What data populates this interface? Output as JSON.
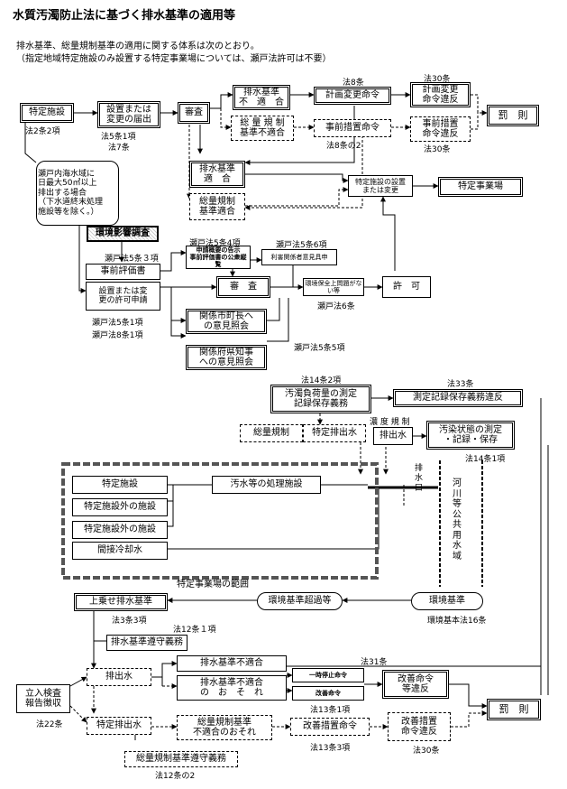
{
  "title": "水質汚濁防止法に基づく排水基準の適用等",
  "intro": [
    "排水基準、総量規制基準の適用に関する体系は次のとおり。",
    "（指定地域特定施設のみ設置する特定事業場については、瀬戸法許可は不要）"
  ],
  "boxes": {
    "tokutei_shisetsu": "特定施設",
    "todoke": "設置または\n変更の届出",
    "shinsa": "審査",
    "haisui_futekigo": "排水基準\n不　適　合",
    "soryo_futekigo": "総 量 規 制\n基準不適合",
    "keikaku_henko": "計画変更命令",
    "jizen_sochi": "事前措置命令",
    "keikaku_ihan": "計画変更\n命令違反",
    "jizen_ihan": "事前措置\n命令違反",
    "batsu1": "罰　則",
    "setonai": "瀬戸内海水域に\n日最大50㎥以上\n排出する場合\n（下水道終末処理\n施設等を除く。）",
    "haisui_tekigo": "排水基準\n適　合",
    "soryo_tekigo": "総量規制\n基準適合",
    "setchi_henko": "特定施設の設置\nまたは変更",
    "tokutei_jigyojo": "特定事業場",
    "kankyo_eikyo": "環境影響調査",
    "jizen_hyoka": "事前評価書",
    "kyoka_shinsei": "設置または変\n更の許可申請",
    "shinsa2": "審　査",
    "kokoku": "申請概要の告示\n事前評価書の公衆縦覧",
    "riigai": "利害関係者意見具申",
    "hozen": "環境保全上問題がない等",
    "kyoka": "許　可",
    "shichoson": "関係市町長へ\nの意見照会",
    "fukenchiji": "関係府県知事\nへの意見照会",
    "odaku_sokutei": "汚濁負荷量の測定\n記録保存義務",
    "sokutei_hozon": "測定記録保存義務違反",
    "soryo_kisei": "総量規制",
    "tokutei_haisui": "特定排出水",
    "haisui": "排出水",
    "osen_jotai": "汚染状態の測定\n・記録・保存",
    "shisetsu1": "特定施設",
    "shisetsugai1": "特定施設外の施設",
    "shisetsugai2": "特定施設外の施設",
    "kansetsu": "間接冷却水",
    "shori_shisetsu": "汚水等の処理施設",
    "uwanose": "上乗せ排水基準",
    "kankyo_choka": "環境基準超過等",
    "kankyo_kijun": "環境基準",
    "junshu": "排水基準遵守義務",
    "haisui2": "排出水",
    "tachiiri": "立入検査\n報告徴収",
    "b_futekigo": "排水基準不適合",
    "b_osore": "排水基準不適合\nの　お　そ　れ",
    "ichiji_teishi": "一時停止命令",
    "kaizen_meirei": "改善命令",
    "kaizen_ihan": "改善命令\n等違反",
    "batsu2": "罰　則",
    "tokutei_haisui2": "特定排出水",
    "soryo_osore": "総量規制基準\n不適合のおそれ",
    "kaizen_sochi": "改善措置命令",
    "kaizen_sochi_ihan": "改善措置\n命令違反",
    "soryo_junshu": "総量規制基準遵守義務"
  },
  "labels": {
    "ho2": "法2条2項",
    "ho5": "法5条1項",
    "ho7": "法7条",
    "ho8": "法8条",
    "ho30a": "法30条",
    "ho8no2": "法8条の2",
    "ho30b": "法30条",
    "seto53": "瀬戸法5条３項",
    "seto54": "瀬戸法5条4項",
    "seto56": "瀬戸法5条6項",
    "seto6": "瀬戸法6条",
    "seto51": "瀬戸法5条1項",
    "seto81": "瀬戸法8条1項",
    "seto55": "瀬戸法5条5項",
    "ho142": "法14条2項",
    "ho33": "法33条",
    "nodo": "濃 度 規 制",
    "ho141": "法14条1項",
    "haisuiko": "排\n水\n口",
    "kasen": "河\n川\n等\n公\n共\n用\n水\n域",
    "hani": "特定事業場の範囲",
    "ho33b": "法3条3項",
    "kankyo16": "環境基本法16条",
    "ho121": "法12条１項",
    "ho31": "法31条",
    "ho22": "法22条",
    "ho131": "法13条1項",
    "ho133": "法13条3項",
    "ho30c": "法30条",
    "ho12no2": "法12条の2"
  }
}
